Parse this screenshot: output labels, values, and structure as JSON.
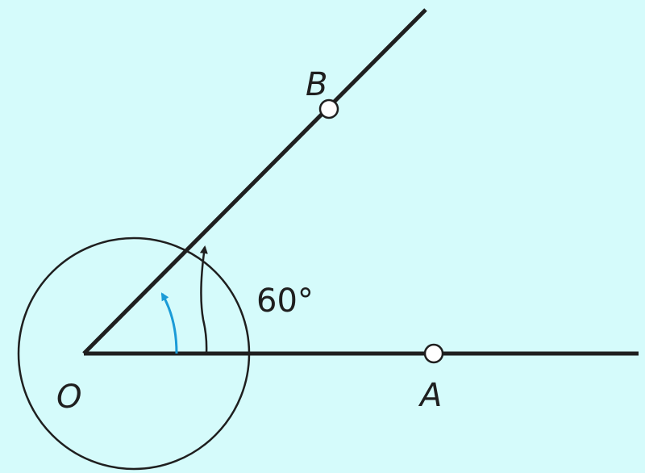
{
  "colors": {
    "background": "#d5fbfb",
    "ink": "#1f1f1f",
    "accent_arrow": "#1a9bd7",
    "point_fill": "#ffffff"
  },
  "labels": {
    "origin": "O",
    "point_a": "A",
    "point_b": "B",
    "angle": "60°"
  },
  "angle_degrees": 60
}
